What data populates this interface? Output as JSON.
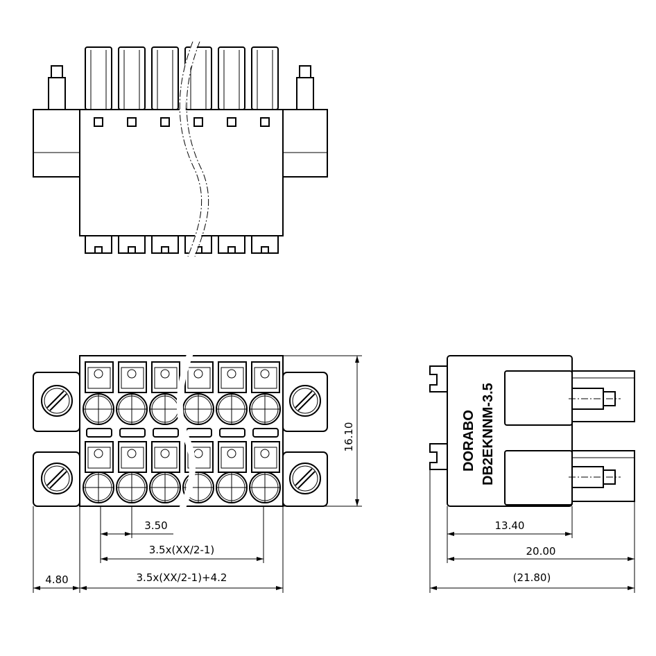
{
  "drawing": {
    "brand": "DORABO",
    "part_number": "DB2EKNNM-3.5",
    "pole_count_per_row": 6,
    "dimensions": {
      "pitch": "3.50",
      "pitch_span": "3.5x(XX/2-1)",
      "body_length": "3.5x(XX/2-1)+4.2",
      "flange_offset": "4.80",
      "height": "16.10",
      "side_depth_a": "13.40",
      "side_depth_b": "20.00",
      "side_depth_total": "(21.80)"
    }
  }
}
